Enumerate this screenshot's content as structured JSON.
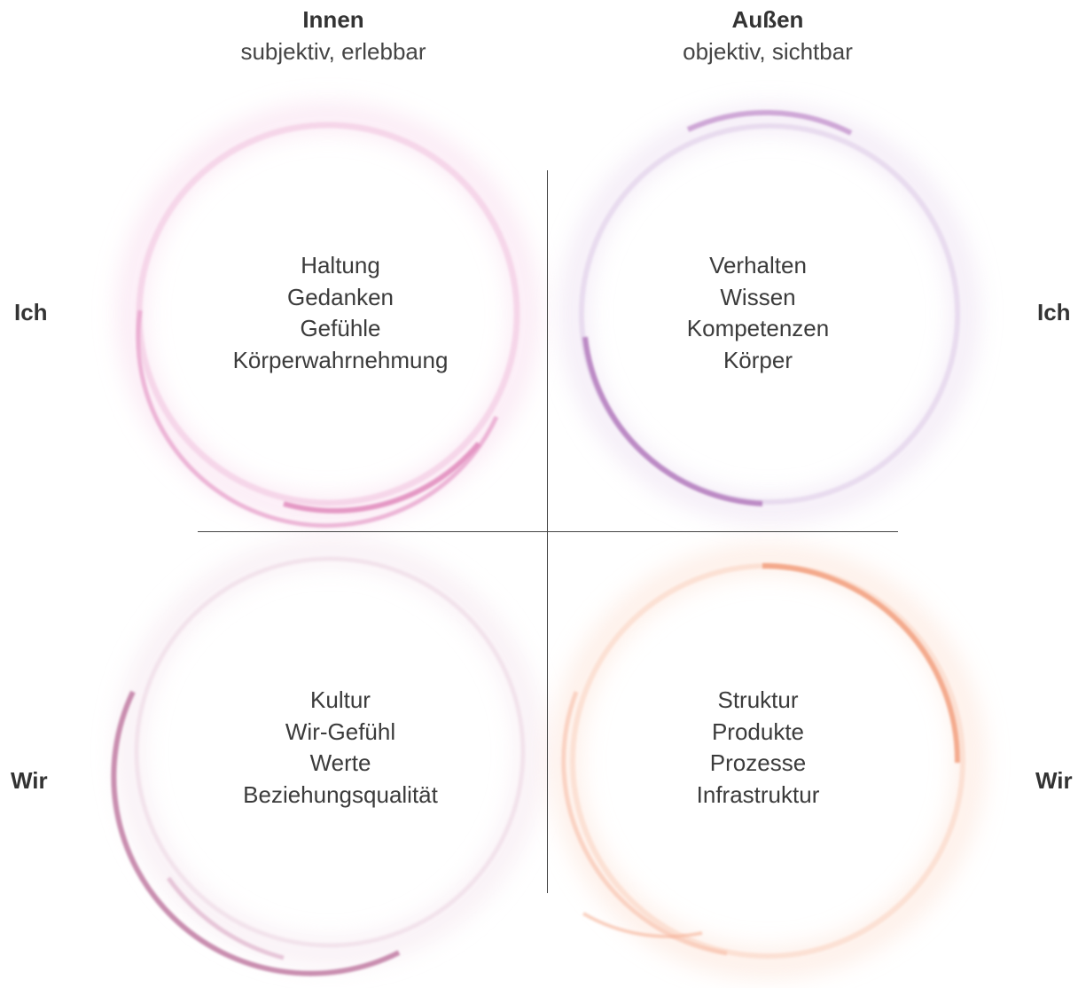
{
  "columns": {
    "inner": {
      "title": "Innen",
      "subtitle": "subjektiv, erlebbar"
    },
    "outer": {
      "title": "Außen",
      "subtitle": "objektiv, sichtbar"
    }
  },
  "rows": {
    "ich": {
      "left": "Ich",
      "right": "Ich"
    },
    "wir": {
      "left": "Wir",
      "right": "Wir"
    }
  },
  "quadrants": {
    "ich_innen": {
      "items": [
        "Haltung",
        "Gedanken",
        "Gefühle",
        "Körperwahrnehmung"
      ],
      "color": "#e9a3c9"
    },
    "ich_aussen": {
      "items": [
        "Verhalten",
        "Wissen",
        "Kompetenzen",
        "Körper"
      ],
      "color": "#b77fbf"
    },
    "wir_innen": {
      "items": [
        "Kultur",
        "Wir-Gefühl",
        "Werte",
        "Beziehungsqualität"
      ],
      "color": "#c07fa4"
    },
    "wir_aussen": {
      "items": [
        "Struktur",
        "Produkte",
        "Prozesse",
        "Infrastruktur"
      ],
      "color": "#f3a587"
    }
  }
}
